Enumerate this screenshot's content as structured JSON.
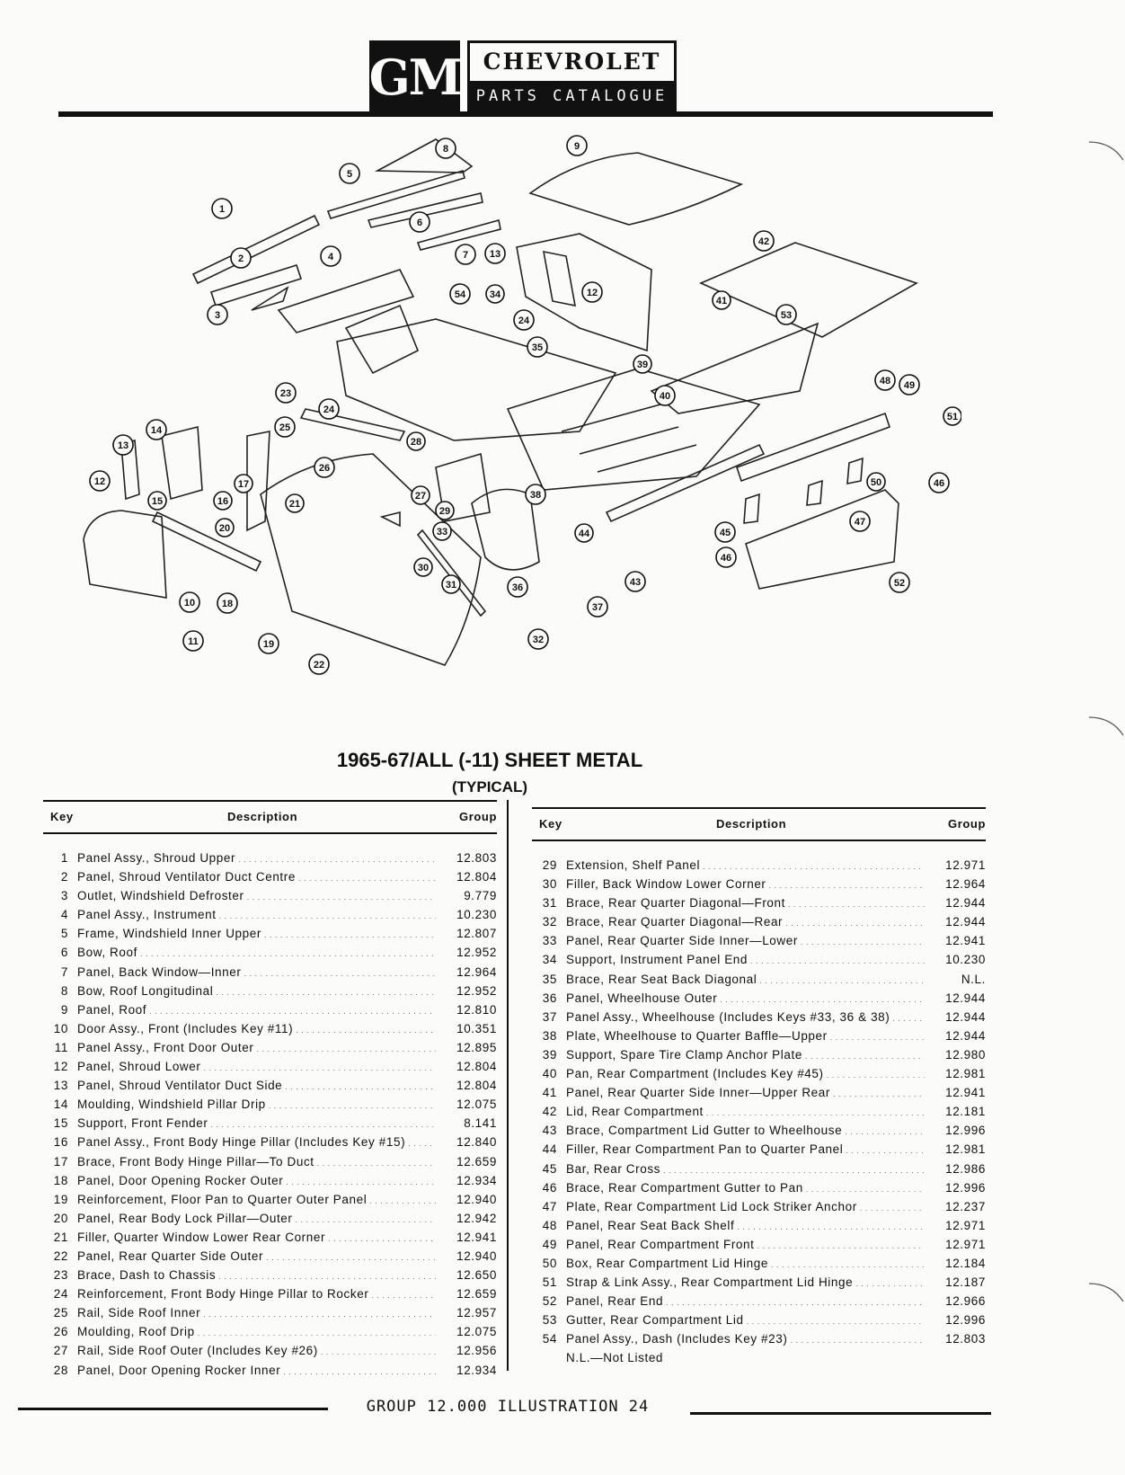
{
  "header": {
    "logo": "GM",
    "brand": "CHEVROLET",
    "subtitle": "PARTS CATALOGUE"
  },
  "diagram": {
    "callouts": [
      "1",
      "2",
      "3",
      "4",
      "5",
      "6",
      "7",
      "8",
      "9",
      "10",
      "11",
      "12",
      "12",
      "13",
      "13",
      "14",
      "15",
      "16",
      "17",
      "18",
      "19",
      "20",
      "21",
      "22",
      "23",
      "24",
      "24",
      "25",
      "26",
      "27",
      "28",
      "29",
      "30",
      "31",
      "32",
      "33",
      "34",
      "35",
      "36",
      "37",
      "38",
      "39",
      "40",
      "41",
      "42",
      "43",
      "44",
      "45",
      "46",
      "46",
      "47",
      "48",
      "49",
      "50",
      "51",
      "52",
      "53",
      "54"
    ]
  },
  "title": "1965-67/ALL (-11) SHEET METAL",
  "subtitle": "(TYPICAL)",
  "table": {
    "headers": {
      "key": "Key",
      "description": "Description",
      "group": "Group"
    },
    "left": [
      {
        "key": "1",
        "desc": "Panel Assy., Shroud Upper",
        "group": "12.803"
      },
      {
        "key": "2",
        "desc": "Panel, Shroud Ventilator Duct Centre",
        "group": "12.804"
      },
      {
        "key": "3",
        "desc": "Outlet, Windshield Defroster",
        "group": "9.779"
      },
      {
        "key": "4",
        "desc": "Panel Assy., Instrument",
        "group": "10.230"
      },
      {
        "key": "5",
        "desc": "Frame, Windshield Inner Upper",
        "group": "12.807"
      },
      {
        "key": "6",
        "desc": "Bow, Roof",
        "group": "12.952"
      },
      {
        "key": "7",
        "desc": "Panel, Back Window—Inner",
        "group": "12.964"
      },
      {
        "key": "8",
        "desc": "Bow, Roof Longitudinal",
        "group": "12.952"
      },
      {
        "key": "9",
        "desc": "Panel, Roof",
        "group": "12.810"
      },
      {
        "key": "10",
        "desc": "Door Assy., Front (Includes Key #11)",
        "group": "10.351"
      },
      {
        "key": "11",
        "desc": "Panel Assy., Front Door Outer",
        "group": "12.895"
      },
      {
        "key": "12",
        "desc": "Panel, Shroud Lower",
        "group": "12.804"
      },
      {
        "key": "13",
        "desc": "Panel, Shroud Ventilator Duct Side",
        "group": "12.804"
      },
      {
        "key": "14",
        "desc": "Moulding, Windshield Pillar Drip",
        "group": "12.075"
      },
      {
        "key": "15",
        "desc": "Support, Front Fender",
        "group": "8.141"
      },
      {
        "key": "16",
        "desc": "Panel Assy., Front Body Hinge Pillar (Includes Key #15)",
        "group": "12.840"
      },
      {
        "key": "17",
        "desc": "Brace, Front Body Hinge Pillar—To Duct",
        "group": "12.659"
      },
      {
        "key": "18",
        "desc": "Panel, Door Opening Rocker Outer",
        "group": "12.934"
      },
      {
        "key": "19",
        "desc": "Reinforcement, Floor Pan to Quarter Outer Panel",
        "group": "12.940"
      },
      {
        "key": "20",
        "desc": "Panel, Rear Body Lock Pillar—Outer",
        "group": "12.942"
      },
      {
        "key": "21",
        "desc": "Filler, Quarter Window Lower Rear Corner",
        "group": "12.941"
      },
      {
        "key": "22",
        "desc": "Panel, Rear Quarter Side Outer",
        "group": "12.940"
      },
      {
        "key": "23",
        "desc": "Brace, Dash to Chassis",
        "group": "12.650"
      },
      {
        "key": "24",
        "desc": "Reinforcement, Front Body Hinge Pillar to Rocker",
        "group": "12.659"
      },
      {
        "key": "25",
        "desc": "Rail, Side Roof Inner",
        "group": "12.957"
      },
      {
        "key": "26",
        "desc": "Moulding, Roof Drip",
        "group": "12.075"
      },
      {
        "key": "27",
        "desc": "Rail, Side Roof Outer (Includes Key #26)",
        "group": "12.956"
      },
      {
        "key": "28",
        "desc": "Panel, Door Opening Rocker Inner",
        "group": "12.934"
      }
    ],
    "right": [
      {
        "key": "29",
        "desc": "Extension, Shelf Panel",
        "group": "12.971"
      },
      {
        "key": "30",
        "desc": "Filler, Back Window Lower Corner",
        "group": "12.964"
      },
      {
        "key": "31",
        "desc": "Brace, Rear Quarter Diagonal—Front",
        "group": "12.944"
      },
      {
        "key": "32",
        "desc": "Brace, Rear Quarter Diagonal—Rear",
        "group": "12.944"
      },
      {
        "key": "33",
        "desc": "Panel, Rear Quarter Side Inner—Lower",
        "group": "12.941"
      },
      {
        "key": "34",
        "desc": "Support, Instrument Panel End",
        "group": "10.230"
      },
      {
        "key": "35",
        "desc": "Brace, Rear Seat Back Diagonal",
        "group": "N.L."
      },
      {
        "key": "36",
        "desc": "Panel, Wheelhouse Outer",
        "group": "12.944"
      },
      {
        "key": "37",
        "desc": "Panel Assy., Wheelhouse (Includes Keys #33, 36 & 38)",
        "group": "12.944"
      },
      {
        "key": "38",
        "desc": "Plate, Wheelhouse to Quarter Baffle—Upper",
        "group": "12.944"
      },
      {
        "key": "39",
        "desc": "Support, Spare Tire Clamp Anchor Plate",
        "group": "12.980"
      },
      {
        "key": "40",
        "desc": "Pan, Rear Compartment (Includes Key #45)",
        "group": "12.981"
      },
      {
        "key": "41",
        "desc": "Panel, Rear Quarter Side Inner—Upper Rear",
        "group": "12.941"
      },
      {
        "key": "42",
        "desc": "Lid, Rear Compartment",
        "group": "12.181"
      },
      {
        "key": "43",
        "desc": "Brace, Compartment Lid Gutter to Wheelhouse",
        "group": "12.996"
      },
      {
        "key": "44",
        "desc": "Filler, Rear Compartment Pan to Quarter Panel",
        "group": "12.981"
      },
      {
        "key": "45",
        "desc": "Bar, Rear Cross",
        "group": "12.986"
      },
      {
        "key": "46",
        "desc": "Brace, Rear Compartment Gutter to Pan",
        "group": "12.996"
      },
      {
        "key": "47",
        "desc": "Plate, Rear Compartment Lid Lock Striker Anchor",
        "group": "12.237"
      },
      {
        "key": "48",
        "desc": "Panel, Rear Seat Back Shelf",
        "group": "12.971"
      },
      {
        "key": "49",
        "desc": "Panel, Rear Compartment Front",
        "group": "12.971"
      },
      {
        "key": "50",
        "desc": "Box, Rear Compartment Lid Hinge",
        "group": "12.184"
      },
      {
        "key": "51",
        "desc": "Strap & Link Assy., Rear Compartment Lid Hinge",
        "group": "12.187"
      },
      {
        "key": "52",
        "desc": "Panel, Rear End",
        "group": "12.966"
      },
      {
        "key": "53",
        "desc": "Gutter, Rear Compartment Lid",
        "group": "12.996"
      },
      {
        "key": "54",
        "desc": "Panel Assy., Dash (Includes Key #23)",
        "group": "12.803"
      }
    ],
    "note": "N.L.—Not Listed"
  },
  "footer": "GROUP 12.000  ILLUSTRATION 24"
}
